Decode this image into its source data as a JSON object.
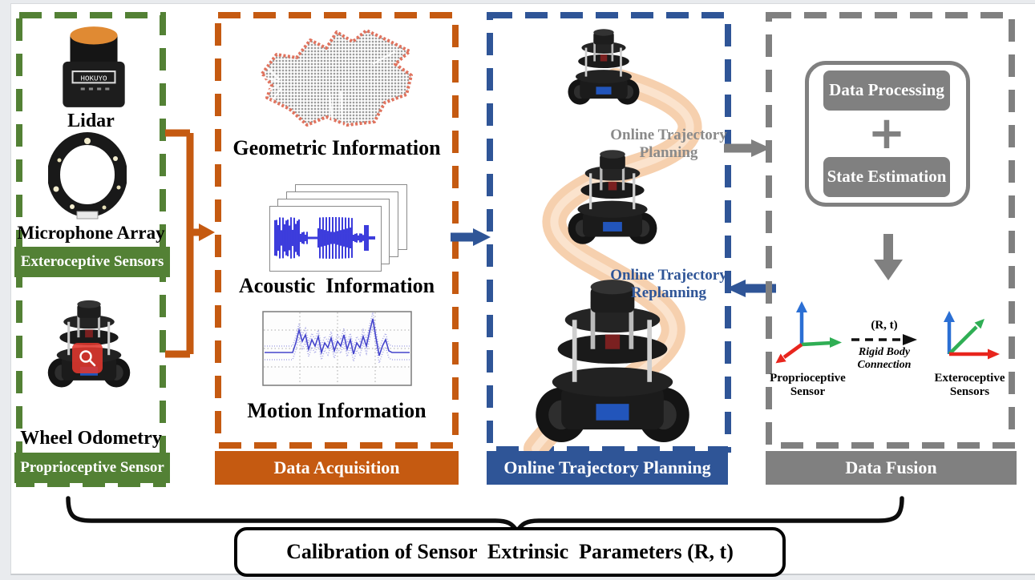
{
  "sensors_panel": {
    "color": "#538135",
    "lidar": {
      "label": "Lidar",
      "brand": "HOKUYO"
    },
    "microphone": {
      "label": "Microphone Array"
    },
    "banner_exteroceptive": "Exteroceptive Sensors",
    "wheel": {
      "label": "Wheel Odometry"
    },
    "banner_proprioceptive": "Proprioceptive Sensor"
  },
  "acquisition_panel": {
    "color": "#c55a11",
    "geometric_label": "Geometric Information",
    "acoustic_label": "Acoustic  Information",
    "motion_label": "Motion Information",
    "banner": "Data Acquisition"
  },
  "planning_panel": {
    "color": "#2f5597",
    "planning_label": "Online Trajectory Planning",
    "replanning_label": "Online Trajectory Replanning",
    "banner": "Online Trajectory Planning"
  },
  "fusion_panel": {
    "color": "#808080",
    "data_processing": "Data Processing",
    "plus": "+",
    "state_estimation": "State Estimation",
    "rt": "(R, t)",
    "rigid_body": "Rigid Body Connection",
    "frame_left": "Proprioceptive Sensor",
    "frame_right": "Exteroceptive Sensors",
    "banner": "Data Fusion",
    "axis_colors": {
      "x_red": "#e8251d",
      "y_green": "#2fae54",
      "z_blue": "#2b6fd4"
    }
  },
  "footer": {
    "calibration": "Calibration of Sensor  Extrinsic  Parameters (R, t)"
  }
}
